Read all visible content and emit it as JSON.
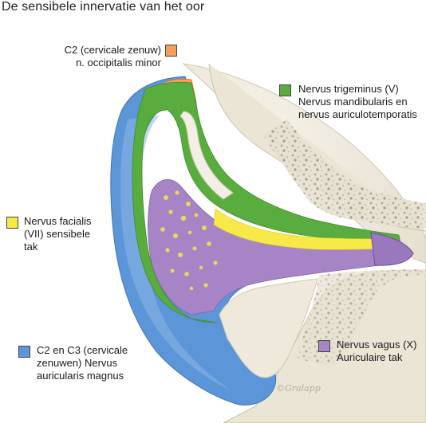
{
  "title": "De sensibele innervatie van het oor",
  "colors": {
    "c2_orange": "#f4a05a",
    "trigeminus_green": "#59ad3f",
    "facialis_yellow": "#f6e948",
    "vagus_purple": "#a784c6",
    "c2c3_blue": "#5d96d8",
    "bone": "#e9e3d4"
  },
  "labels": {
    "c2": {
      "lines": [
        "C2 (cervicale zenuw)",
        "n. occipitalis minor"
      ],
      "color": "#f4a05a"
    },
    "trigeminus": {
      "lines": [
        "Nervus trigeminus (V)",
        "Nervus mandibularis en",
        "nervus auriculotemporatis"
      ],
      "color": "#59ad3f"
    },
    "facialis": {
      "lines": [
        "Nervus facialis",
        "(VII) sensibele",
        "tak"
      ],
      "color": "#f6e948"
    },
    "c2c3": {
      "lines": [
        "C2 en C3 (cervicale",
        "zenuwen) Nervus",
        "auricularis magnus"
      ],
      "color": "#5d96d8"
    },
    "vagus": {
      "lines": [
        "Nervus vagus (X)",
        "Auriculaire tak"
      ],
      "color": "#a784c6"
    }
  },
  "credit": "©Gralapp"
}
